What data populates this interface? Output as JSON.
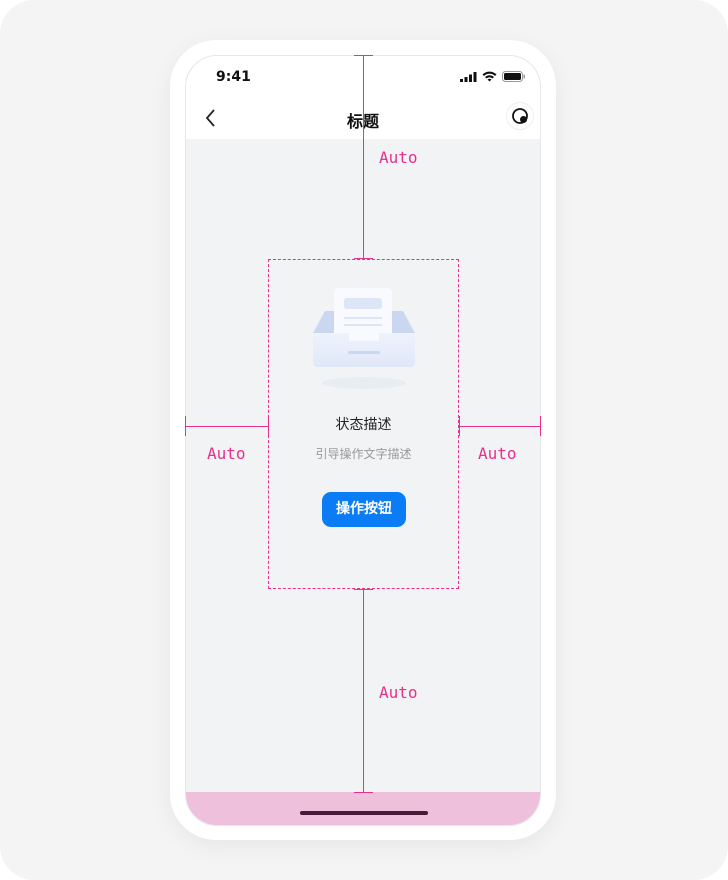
{
  "status_bar": {
    "time": "9:41"
  },
  "nav": {
    "title": "标题"
  },
  "empty_state": {
    "title": "状态描述",
    "description": "引导操作文字描述",
    "action_label": "操作按钮"
  },
  "annotations": {
    "top": "Auto",
    "left": "Auto",
    "right": "Auto",
    "bottom": "Auto"
  },
  "colors": {
    "accent": "#0a7cf5",
    "annotation": "#e8308c",
    "background": "#f2f3f5"
  }
}
